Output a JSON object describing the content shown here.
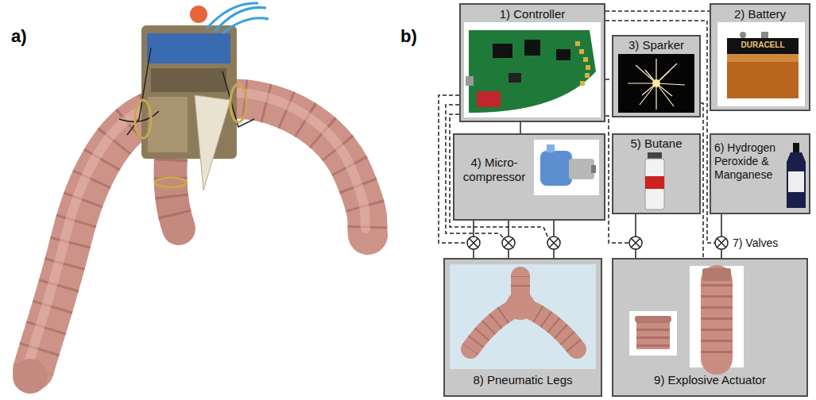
{
  "diagram": {
    "nodes": [
      {
        "text": [
          "1) Controller"
        ]
      },
      {
        "text": [
          "2) Battery"
        ]
      },
      {
        "text": [
          "3) Sparker"
        ]
      },
      {
        "text": [
          "4) Micro- compressor"
        ]
      },
      {
        "text": [
          "5) Butane"
        ]
      },
      {
        "text": [
          "6) Hydrogen Peroxide & Manganese"
        ]
      },
      {
        "text": [
          "8) Pneumatic Legs"
        ]
      },
      {
        "text": [
          "9) Explosive Actuator"
        ]
      }
    ],
    "edges": [
      {
        "from": 0,
        "to": 1,
        "arrow": "none"
      },
      {
        "from": 0,
        "to": 2,
        "arrow": "none"
      },
      {
        "from": 0,
        "to": 3,
        "arrow": "none"
      },
      {
        "from": 3,
        "to": 6,
        "arrow": "none"
      },
      {
        "from": 3,
        "to": 6,
        "arrow": "none"
      },
      {
        "from": 3,
        "to": 6,
        "arrow": "none"
      },
      {
        "from": 4,
        "to": 7,
        "arrow": "none"
      },
      {
        "from": 5,
        "to": 7,
        "arrow": "none"
      },
      {
        "from": 2,
        "to": 7,
        "arrow": "none"
      }
    ],
    "labels": [
      "a)",
      "b)",
      "7) Valves",
      "DURACELL"
    ]
  }
}
